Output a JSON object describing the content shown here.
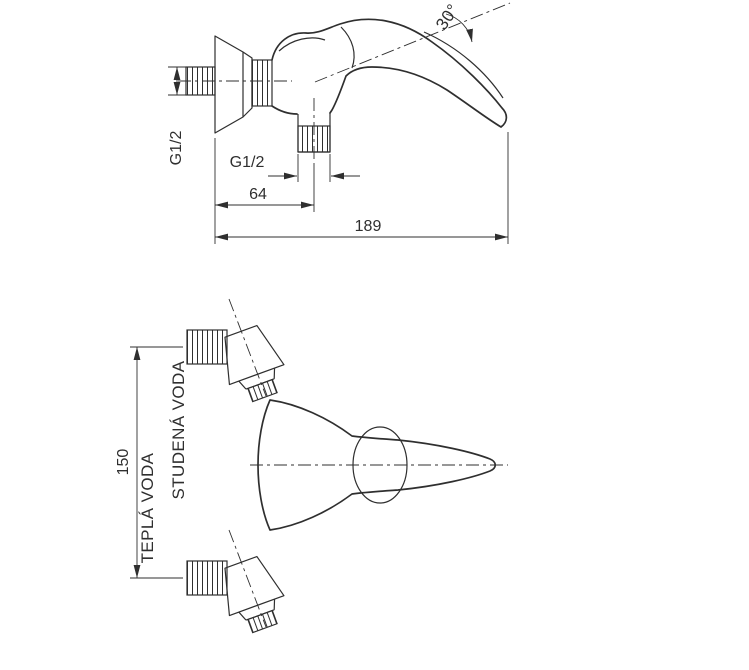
{
  "labels": {
    "angle": "30°",
    "inlet_thread": "G1/2",
    "outlet_thread": "G1/2",
    "outlet_offset": "64",
    "overall_width": "189",
    "connection_spacing": "150",
    "cold_water": "STUDENÁ VODA",
    "hot_water": "TEPLÁ VODA"
  },
  "colors": {
    "line": "#2f2f2f",
    "background": "#ffffff"
  }
}
